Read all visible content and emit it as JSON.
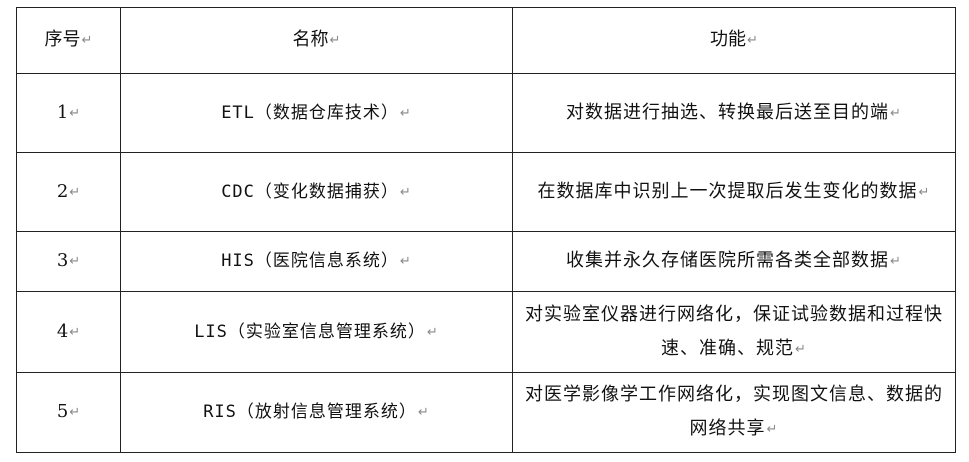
{
  "table": {
    "headers": [
      "序号",
      "名称",
      "功能"
    ],
    "para_mark": "↵",
    "rows": [
      {
        "index": "1",
        "name": "ETL（数据仓库技术）",
        "function": "对数据进行抽选、转换最后送至目的端"
      },
      {
        "index": "2",
        "name": "CDC（变化数据捕获）",
        "function": "在数据库中识别上一次提取后发生变化的数据"
      },
      {
        "index": "3",
        "name": "HIS（医院信息系统）",
        "function": "收集并永久存储医院所需各类全部数据"
      },
      {
        "index": "4",
        "name": "LIS（实验室信息管理系统）",
        "function": "对实验室仪器进行网络化，保证试验数据和过程快速、准确、规范"
      },
      {
        "index": "5",
        "name": "RIS（放射信息管理系统）",
        "function": "对医学影像学工作网络化，实现图文信息、数据的网络共享"
      }
    ]
  }
}
